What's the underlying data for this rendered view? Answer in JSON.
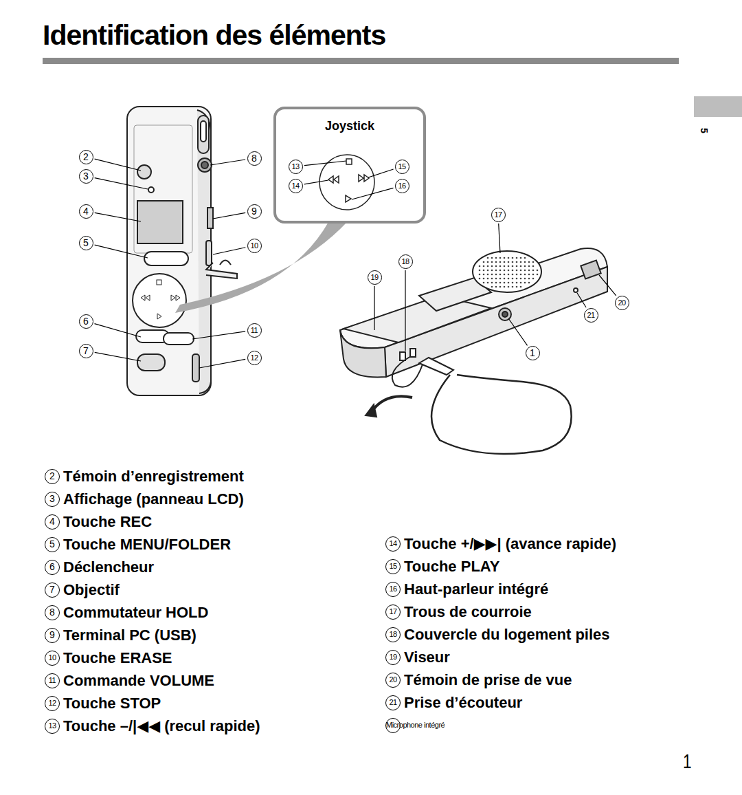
{
  "diagram": {
    "title": "Identification des éléments",
    "nodes": [
      {
        "text": [
          "Joystick"
        ]
      }
    ],
    "labels": [
      "Identification des éléments",
      "5",
      "1",
      "2",
      "3",
      "4",
      "5",
      "6",
      "7",
      "8",
      "9",
      "10",
      "11",
      "12",
      "13",
      "14",
      "15",
      "16",
      "17",
      "18",
      "19",
      "20",
      "21",
      "1",
      "2",
      "3",
      "4",
      "5",
      "6",
      "7",
      "8",
      "9",
      "10",
      "11",
      "12",
      "13",
      "14",
      "15",
      "16",
      "17",
      "18",
      "19",
      "20",
      "21",
      "Microphone intégré",
      "Témoin d’enregistrement",
      "Affichage (panneau LCD)",
      "Touche REC",
      "Touche MENU/FOLDER",
      "Déclencheur",
      "Objectif",
      "Commutateur HOLD",
      "Terminal PC (USB)",
      "Touche ERASE",
      "Commande VOLUME",
      "Touche STOP",
      "Touche –/|◀◀ (recul rapide)",
      "Touche +/▶▶| (avance rapide)",
      "Touche PLAY",
      "Haut-parleur intégré",
      "Trous de courroie",
      "Couvercle du logement piles",
      "Viseur",
      "Témoin de prise de vue",
      "Prise d’écouteur"
    ]
  }
}
